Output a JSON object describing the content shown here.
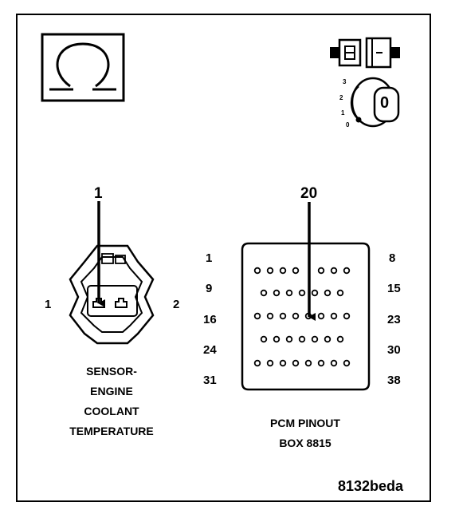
{
  "symbols": {
    "ohmmeter_icon": "ohmmeter-omega-icon",
    "disconnect_icon": "connector-disconnected-icon",
    "ignition_icon": "ignition-key-off-icon",
    "ignition_key_label": "0",
    "ignition_positions": [
      "3",
      "2",
      "1",
      "0"
    ]
  },
  "sensor": {
    "pin_callout": "1",
    "left_pin_label": "1",
    "right_pin_label": "2",
    "title_lines": [
      "SENSOR-",
      "ENGINE",
      "COOLANT",
      "TEMPERATURE"
    ]
  },
  "pcm": {
    "pin_callout": "20",
    "row_labels_left": [
      "1",
      "9",
      "16",
      "24",
      "31"
    ],
    "row_labels_right": [
      "8",
      "15",
      "23",
      "30",
      "38"
    ],
    "title_lines": [
      "PCM PINOUT",
      "BOX 8815"
    ]
  },
  "figure_id": "8132beda"
}
